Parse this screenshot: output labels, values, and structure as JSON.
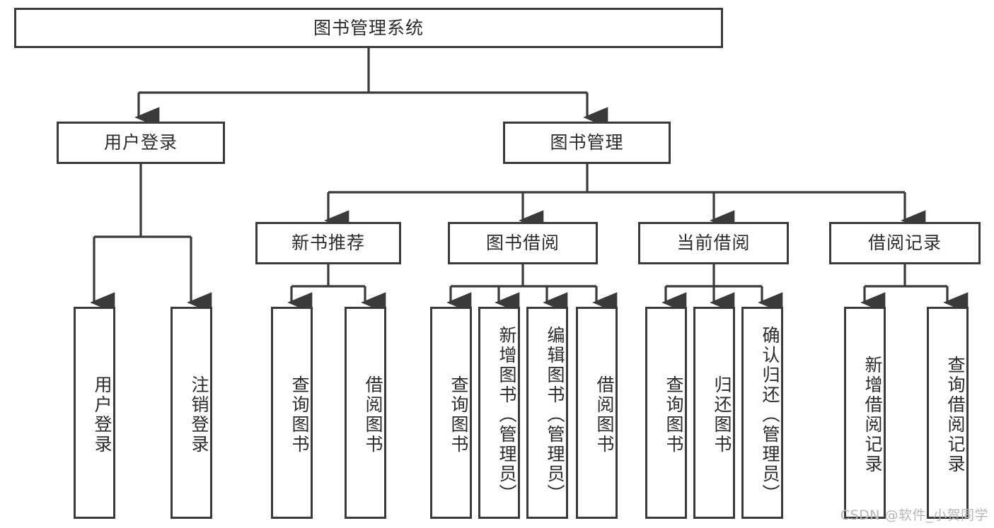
{
  "diagram": {
    "type": "tree-hierarchy",
    "title_node": {
      "label": "图书管理系统"
    },
    "level2": [
      {
        "id": "user-login",
        "label": "用户登录"
      },
      {
        "id": "book-management",
        "label": "图书管理"
      }
    ],
    "level3": [
      {
        "id": "new-book-recommend",
        "label": "新书推荐",
        "parent": "book-management"
      },
      {
        "id": "book-borrow",
        "label": "图书借阅",
        "parent": "book-management"
      },
      {
        "id": "current-borrow",
        "label": "当前借阅",
        "parent": "book-management"
      },
      {
        "id": "borrow-record",
        "label": "借阅记录",
        "parent": "book-management"
      }
    ],
    "leaves": [
      {
        "id": "leaf-user-login",
        "label": "用户登录",
        "parent": "user-login"
      },
      {
        "id": "leaf-logout-login",
        "label": "注销登录",
        "parent": "user-login"
      },
      {
        "id": "leaf-query-book-1",
        "label": "查询图书",
        "parent": "new-book-recommend"
      },
      {
        "id": "leaf-borrow-book-1",
        "label": "借阅图书",
        "parent": "new-book-recommend"
      },
      {
        "id": "leaf-query-book-2",
        "label": "查询图书",
        "parent": "book-borrow"
      },
      {
        "id": "leaf-add-book-admin",
        "label": "新增图书（管理员）",
        "parent": "book-borrow"
      },
      {
        "id": "leaf-edit-book-admin",
        "label": "编辑图书（管理员）",
        "parent": "book-borrow"
      },
      {
        "id": "leaf-borrow-book-2",
        "label": "借阅图书",
        "parent": "book-borrow"
      },
      {
        "id": "leaf-query-book-3",
        "label": "查询图书",
        "parent": "current-borrow"
      },
      {
        "id": "leaf-return-book",
        "label": "归还图书",
        "parent": "current-borrow"
      },
      {
        "id": "leaf-confirm-return-admin",
        "label": "确认归还（管理员）",
        "parent": "current-borrow"
      },
      {
        "id": "leaf-add-borrow-record",
        "label": "新增借阅记录",
        "parent": "borrow-record"
      },
      {
        "id": "leaf-query-borrow-record",
        "label": "查询借阅记录",
        "parent": "borrow-record"
      }
    ],
    "colors": {
      "box_border": "#3a3a3a",
      "box_fill": "#ffffff",
      "text": "#2b2b2b",
      "connector": "#3a3a3a",
      "watermark": "#b7b7b7",
      "background": "#ffffff"
    }
  },
  "watermark": {
    "text": "CSDN @软件_小贺同学"
  }
}
